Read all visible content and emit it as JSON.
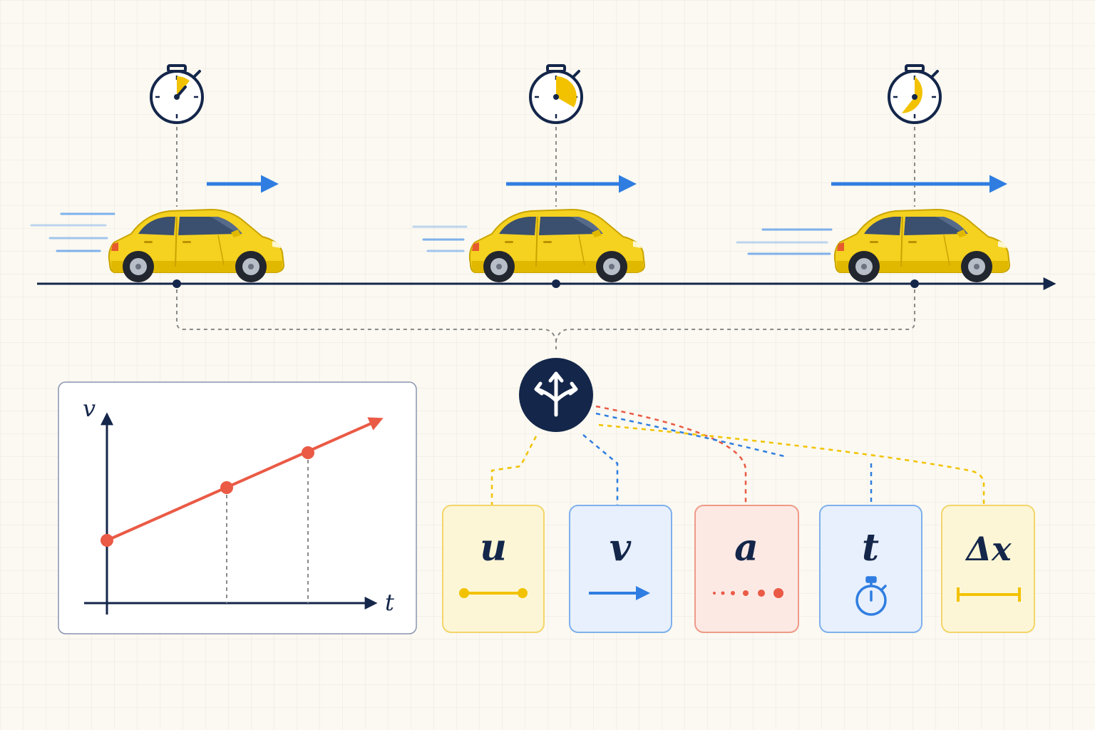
{
  "graph": {
    "y_axis_label": "v",
    "x_axis_label": "t"
  },
  "variables": [
    {
      "symbol": "u",
      "icon": "line-segment-icon",
      "color": "#f2c200",
      "bg": "#fdf6d6",
      "border": "#f4d56a"
    },
    {
      "symbol": "v",
      "icon": "arrow-right-icon",
      "color": "#2f7de1",
      "bg": "#e7f0fc",
      "border": "#7fb0ec"
    },
    {
      "symbol": "a",
      "icon": "accelerating-dots-icon",
      "color": "#ea5a45",
      "bg": "#fde9e4",
      "border": "#ef9a89"
    },
    {
      "symbol": "t",
      "icon": "stopwatch-icon",
      "color": "#2f7de1",
      "bg": "#e7f0fc",
      "border": "#7fb0ec"
    },
    {
      "symbol": "Δx",
      "icon": "displacement-bracket-icon",
      "color": "#f2c200",
      "bg": "#fdf6d6",
      "border": "#f4d56a"
    }
  ],
  "colors": {
    "navy": "#14264a",
    "car_yellow": "#f5d120",
    "velocity_blue": "#2f7de1",
    "graph_red": "#ea5a45",
    "guide_gray": "#8a8a8a"
  },
  "hub_icon": "branching-arrows-icon"
}
